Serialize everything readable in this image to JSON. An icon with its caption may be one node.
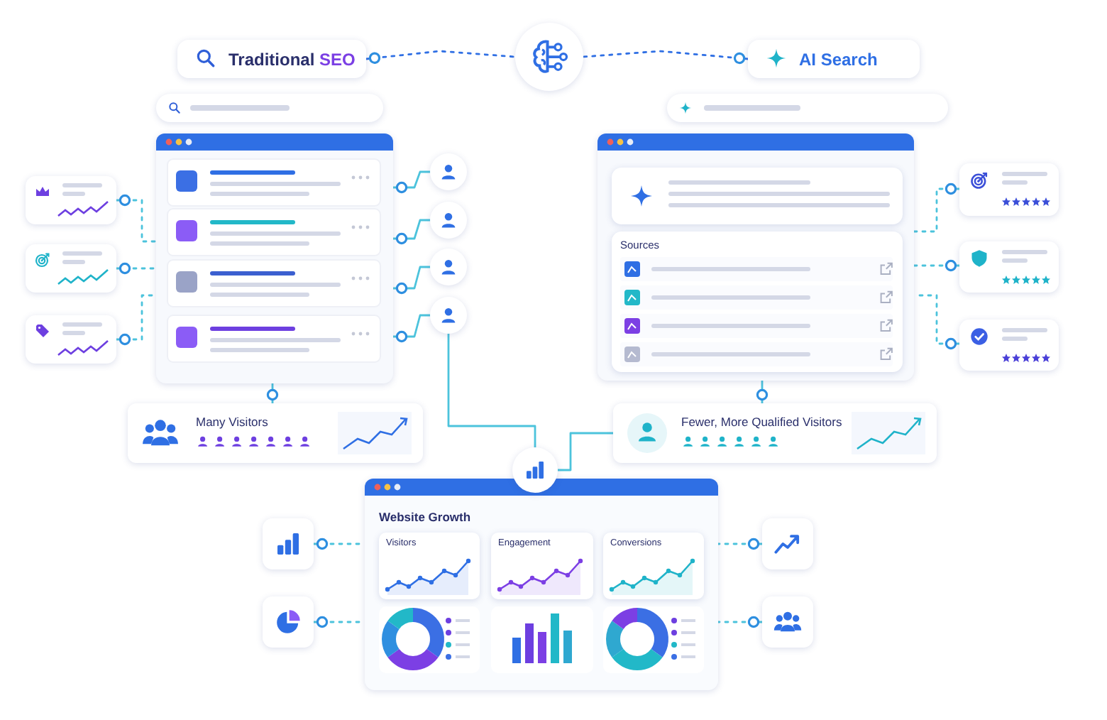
{
  "diagram": {
    "nodes": [
      {
        "text": [
          "Traditional",
          "SEO"
        ]
      },
      {
        "text": [],
        "shape": "circle"
      },
      {
        "text": [
          "AI Search"
        ]
      },
      {
        "text": [],
        "shape": "box"
      },
      {
        "text": [],
        "shape": "box"
      },
      {
        "text": [
          "Sources"
        ],
        "in": 4
      },
      {
        "text": [],
        "shape": "box"
      },
      {
        "text": [],
        "shape": "box"
      },
      {
        "text": [],
        "shape": "box"
      },
      {
        "text": [],
        "shape": "circle"
      },
      {
        "text": [],
        "shape": "circle"
      },
      {
        "text": [],
        "shape": "circle"
      },
      {
        "text": [],
        "shape": "circle"
      },
      {
        "text": [],
        "shape": "box"
      },
      {
        "text": [],
        "shape": "box"
      },
      {
        "text": [],
        "shape": "box"
      },
      {
        "text": [
          "Many Visitors"
        ]
      },
      {
        "text": [
          "Fewer, More Qualified Visitors"
        ]
      },
      {
        "text": [],
        "shape": "circle"
      },
      {
        "text": [
          "Website Growth"
        ]
      },
      {
        "text": [
          "Visitors"
        ],
        "in": 19
      },
      {
        "text": [
          "Engagement"
        ],
        "in": 19
      },
      {
        "text": [
          "Conversions"
        ],
        "in": 19
      },
      {
        "text": [],
        "shape": "box"
      },
      {
        "text": [],
        "shape": "box"
      },
      {
        "text": [],
        "shape": "box"
      },
      {
        "text": [],
        "shape": "box"
      },
      {
        "text": [],
        "shape": "box",
        "in": 4
      }
    ],
    "edges": [
      {
        "from": 0,
        "to": 1,
        "arrow": "other",
        "style": "dashed",
        "color": "#2f6fe4"
      },
      {
        "from": 2,
        "to": 1,
        "arrow": "other",
        "style": "dashed",
        "color": "#2f6fe4"
      },
      {
        "from": 6,
        "to": 3,
        "arrow": "other",
        "style": "dashed"
      },
      {
        "from": 7,
        "to": 3,
        "arrow": "other",
        "style": "dashed"
      },
      {
        "from": 8,
        "to": 3,
        "arrow": "other",
        "style": "dashed"
      },
      {
        "from": 3,
        "to": 9,
        "arrow": "other"
      },
      {
        "from": 3,
        "to": 10,
        "arrow": "other"
      },
      {
        "from": 3,
        "to": 11,
        "arrow": "other"
      },
      {
        "from": 3,
        "to": 12,
        "arrow": "other"
      },
      {
        "from": 16,
        "to": 3,
        "arrow": "other"
      },
      {
        "from": 12,
        "to": 18,
        "arrow": "none"
      },
      {
        "from": 17,
        "to": 18,
        "arrow": "none"
      },
      {
        "from": 13,
        "to": 4,
        "arrow": "other",
        "style": "dashed"
      },
      {
        "from": 14,
        "to": 4,
        "arrow": "other",
        "style": "dashed"
      },
      {
        "from": 15,
        "to": 4,
        "arrow": "other",
        "style": "dashed"
      },
      {
        "from": 17,
        "to": 4,
        "arrow": "other"
      },
      {
        "from": 23,
        "to": 19,
        "arrow": "other",
        "style": "dashed"
      },
      {
        "from": 24,
        "to": 19,
        "arrow": "other",
        "style": "dashed"
      },
      {
        "from": 25,
        "to": 19,
        "arrow": "other",
        "style": "dashed"
      },
      {
        "from": 26,
        "to": 19,
        "arrow": "other",
        "style": "dashed"
      }
    ]
  }
}
